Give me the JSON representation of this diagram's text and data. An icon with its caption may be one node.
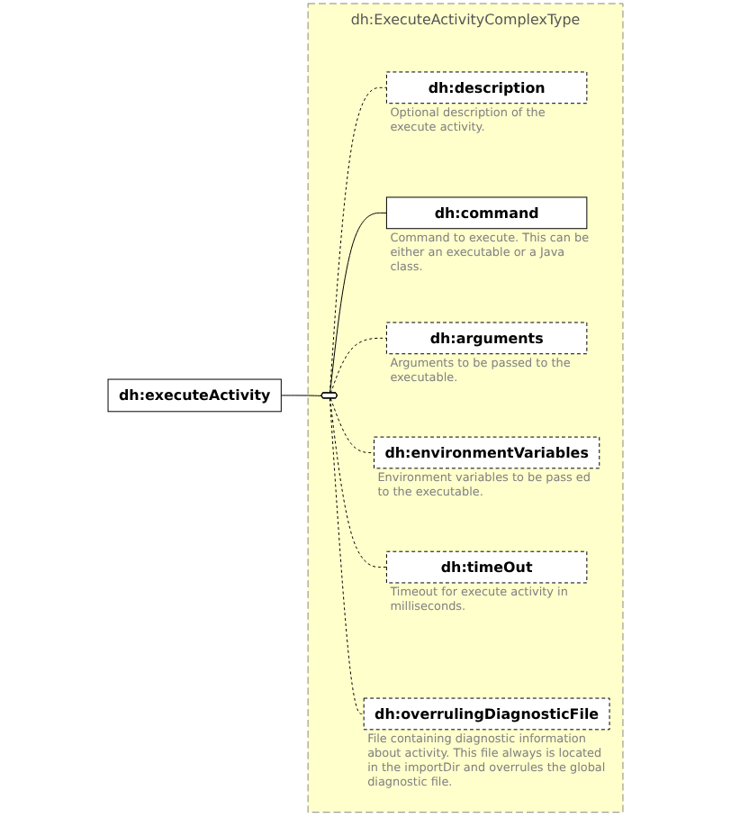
{
  "diagram": {
    "nodes": [
      {
        "text": [
          "dh:executeActivity"
        ]
      },
      {
        "text": [
          "dh:ExecuteActivityComplexType"
        ]
      },
      {
        "text": [],
        "shape": "hexagon",
        "in": 1
      },
      {
        "text": [
          "dh:description"
        ],
        "in": 1,
        "beside": [
          "Optional description of the execute activity."
        ]
      },
      {
        "text": [
          "dh:command"
        ],
        "in": 1,
        "beside": [
          "Command to execute. This can be either an executable or a Java class."
        ]
      },
      {
        "text": [
          "dh:arguments"
        ],
        "in": 1,
        "beside": [
          "Arguments to be passed to the executable."
        ]
      },
      {
        "text": [
          "dh:environmentVariables"
        ],
        "in": 1,
        "beside": [
          "Environment variables to be pass ed to the executable."
        ]
      },
      {
        "text": [
          "dh:timeOut"
        ],
        "in": 1,
        "beside": [
          "Timeout for execute activity in milliseconds."
        ]
      },
      {
        "text": [
          "dh:overrulingDiagnosticFile"
        ],
        "in": 1,
        "beside": [
          "File containing diagnostic information about activity. This file always is located in the importDir and overrules the global diagnostic file."
        ]
      }
    ],
    "edges": [
      {
        "from": 0,
        "to": 2,
        "arrow": "none"
      },
      {
        "from": 2,
        "to": 3,
        "arrow": "none",
        "style": "dashed"
      },
      {
        "from": 2,
        "to": 4,
        "arrow": "none"
      },
      {
        "from": 2,
        "to": 5,
        "arrow": "none",
        "style": "dashed"
      },
      {
        "from": 2,
        "to": 6,
        "arrow": "none",
        "style": "dashed"
      },
      {
        "from": 2,
        "to": 7,
        "arrow": "none",
        "style": "dashed"
      },
      {
        "from": 2,
        "to": 8,
        "arrow": "none",
        "style": "dashed"
      }
    ]
  }
}
